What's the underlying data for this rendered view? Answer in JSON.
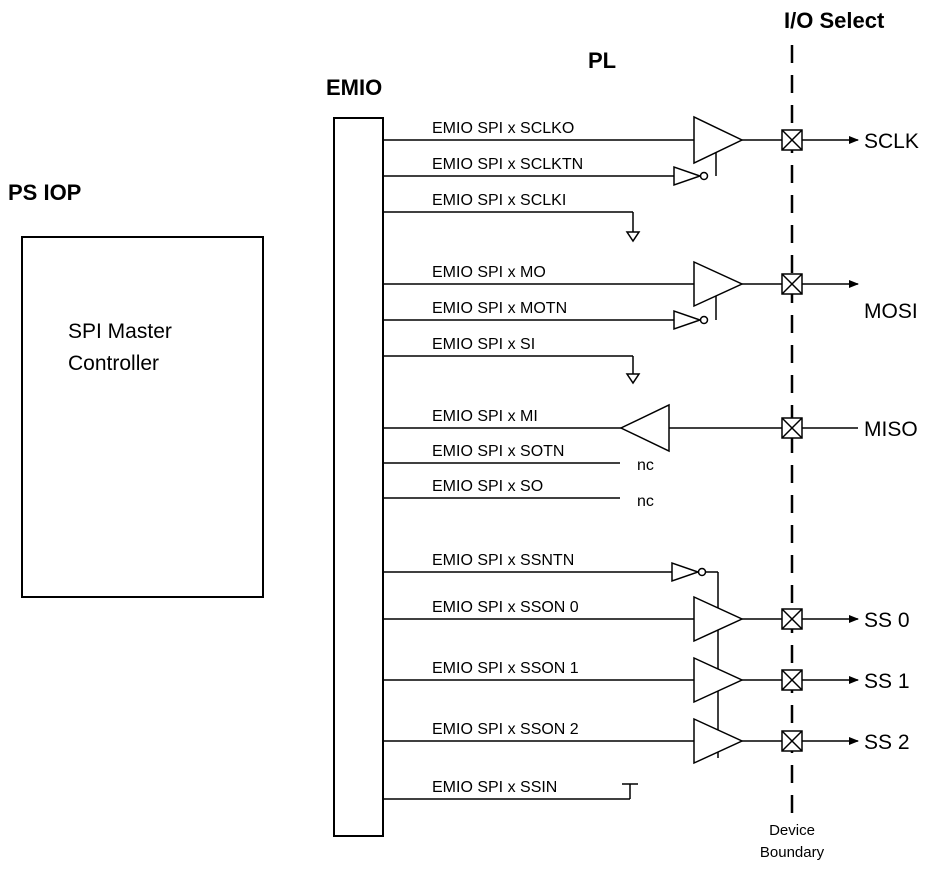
{
  "headers": {
    "io_select": "I/O Select",
    "pl": "PL",
    "emio": "EMIO",
    "ps_iop": "PS IOP"
  },
  "controller": {
    "line1": "SPI Master",
    "line2": "Controller"
  },
  "signals": {
    "sclko": "EMIO SPI x SCLKO",
    "sclktn": "EMIO SPI x SCLKTN",
    "sclki": "EMIO SPI x SCLKI",
    "mo": "EMIO SPI x MO",
    "motn": "EMIO SPI x MOTN",
    "si": "EMIO SPI x SI",
    "mi": "EMIO SPI x MI",
    "sotn": "EMIO SPI x SOTN",
    "so": "EMIO SPI x SO",
    "ssntn": "EMIO SPI x SSNTN",
    "sson0": "EMIO SPI x SSON 0",
    "sson1": "EMIO SPI x SSON 1",
    "sson2": "EMIO SPI x SSON 2",
    "ssin": "EMIO SPI x SSIN"
  },
  "nc_label": "nc",
  "pins": {
    "sclk": "SCLK",
    "mosi": "MOSI",
    "miso": "MISO",
    "ss0": "SS 0",
    "ss1": "SS 1",
    "ss2": "SS 2"
  },
  "boundary": {
    "line1": "Device",
    "line2": "Boundary"
  }
}
